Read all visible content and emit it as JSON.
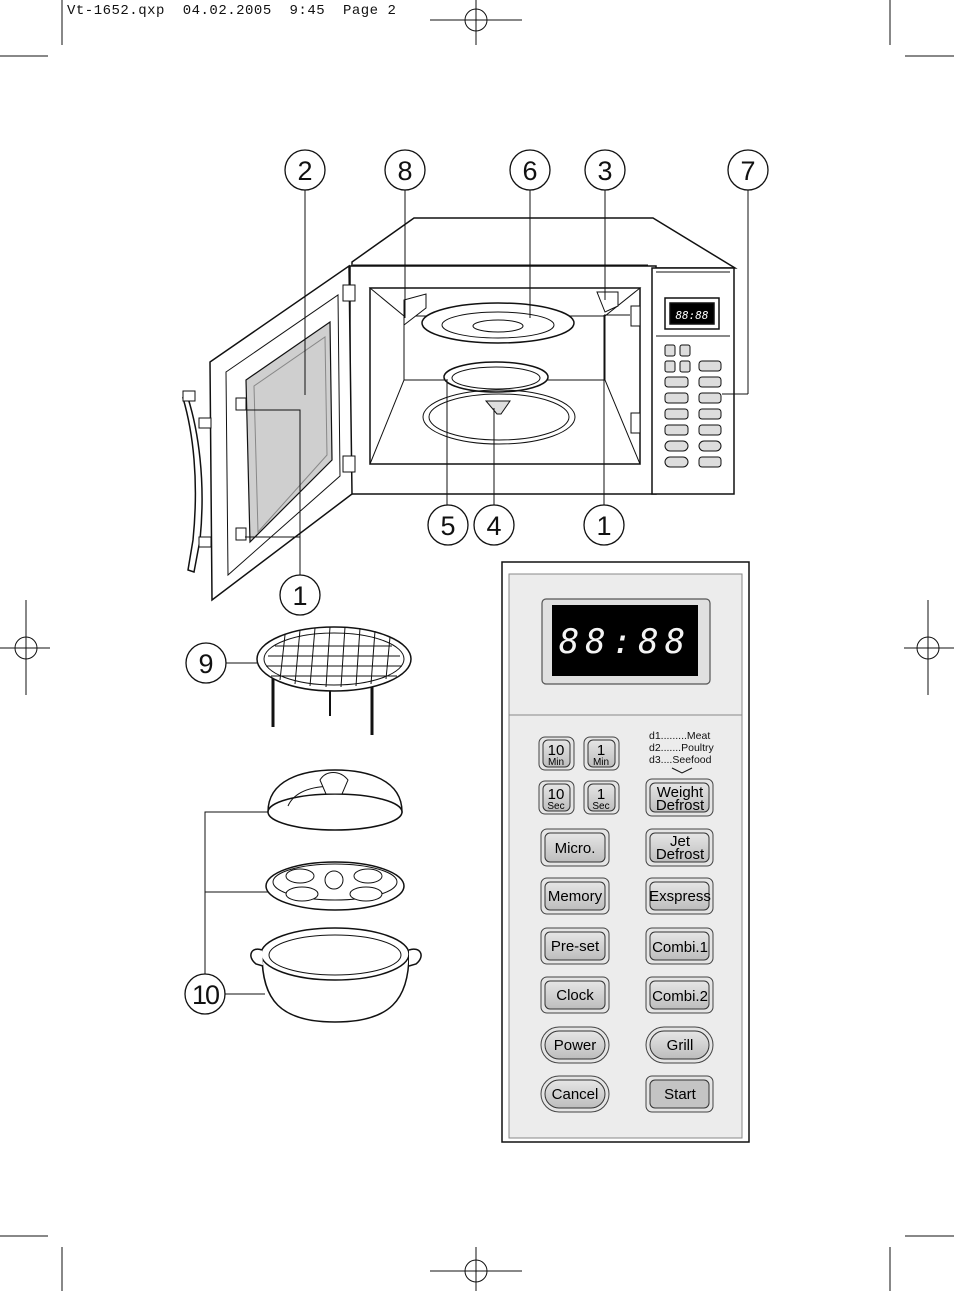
{
  "header": {
    "text": "Vt-1652.qxp  04.02.2005  9:45  Page 2"
  },
  "callouts": {
    "c2": "2",
    "c8": "8",
    "c6": "6",
    "c3": "3",
    "c7": "7",
    "c5": "5",
    "c4": "4",
    "c1_right": "1",
    "c1_left": "1",
    "c9": "9",
    "c10": "10"
  },
  "panel": {
    "display": "88:88",
    "legend": [
      "d1.........Meat",
      "d2.......Poultry",
      "d3....Seefood"
    ],
    "btn_10min": {
      "top": "10",
      "sub": "Min"
    },
    "btn_1min": {
      "top": "1",
      "sub": "Min"
    },
    "btn_10sec": {
      "top": "10",
      "sub": "Sec"
    },
    "btn_1sec": {
      "top": "1",
      "sub": "Sec"
    },
    "weight_defrost": [
      "Weight",
      "Defrost"
    ],
    "micro": "Micro.",
    "jet_defrost": [
      "Jet",
      "Defrost"
    ],
    "memory": "Memory",
    "express": "Exspress",
    "preset": "Pre-set",
    "combi1": "Combi.1",
    "clock": "Clock",
    "combi2": "Combi.2",
    "power": "Power",
    "grill": "Grill",
    "cancel": "Cancel",
    "start": "Start"
  },
  "mini_panel": {
    "display": "88:88"
  }
}
